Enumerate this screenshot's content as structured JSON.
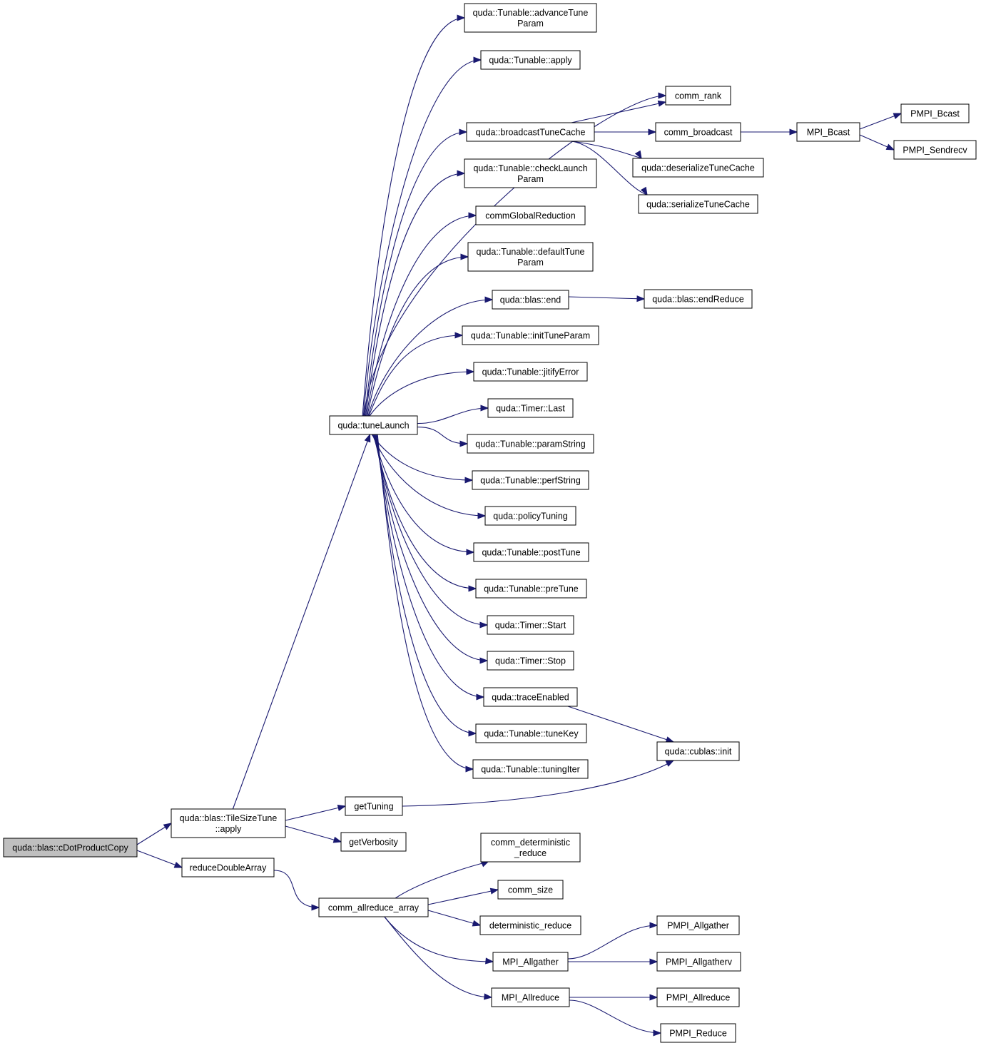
{
  "colors": {
    "edge": "#191970",
    "root_fill": "#bfbfbf",
    "node_fill": "#ffffff"
  },
  "nodes": [
    {
      "id": "root",
      "lines": [
        "quda::blas::cDotProductCopy"
      ],
      "root": true
    },
    {
      "id": "tst",
      "lines": [
        "quda::blas::TileSizeTune",
        "::apply"
      ]
    },
    {
      "id": "rda",
      "lines": [
        "reduceDoubleArray"
      ]
    },
    {
      "id": "tl",
      "lines": [
        "quda::tuneLaunch"
      ]
    },
    {
      "id": "gt",
      "lines": [
        "getTuning"
      ]
    },
    {
      "id": "gv",
      "lines": [
        "getVerbosity"
      ]
    },
    {
      "id": "car",
      "lines": [
        "comm_allreduce_array"
      ]
    },
    {
      "id": "atp",
      "lines": [
        "quda::Tunable::advanceTune",
        "Param"
      ]
    },
    {
      "id": "apply",
      "lines": [
        "quda::Tunable::apply"
      ]
    },
    {
      "id": "btc",
      "lines": [
        "quda::broadcastTuneCache"
      ]
    },
    {
      "id": "clp",
      "lines": [
        "quda::Tunable::checkLaunch",
        "Param"
      ]
    },
    {
      "id": "cgr",
      "lines": [
        "commGlobalReduction"
      ]
    },
    {
      "id": "dtp",
      "lines": [
        "quda::Tunable::defaultTune",
        "Param"
      ]
    },
    {
      "id": "bend",
      "lines": [
        "quda::blas::end"
      ]
    },
    {
      "id": "itp",
      "lines": [
        "quda::Tunable::initTuneParam"
      ]
    },
    {
      "id": "jit",
      "lines": [
        "quda::Tunable::jitifyError"
      ]
    },
    {
      "id": "tlast",
      "lines": [
        "quda::Timer::Last"
      ]
    },
    {
      "id": "ps",
      "lines": [
        "quda::Tunable::paramString"
      ]
    },
    {
      "id": "pfs",
      "lines": [
        "quda::Tunable::perfString"
      ]
    },
    {
      "id": "pt",
      "lines": [
        "quda::policyTuning"
      ]
    },
    {
      "id": "post",
      "lines": [
        "quda::Tunable::postTune"
      ]
    },
    {
      "id": "pre",
      "lines": [
        "quda::Tunable::preTune"
      ]
    },
    {
      "id": "tstart",
      "lines": [
        "quda::Timer::Start"
      ]
    },
    {
      "id": "tstop",
      "lines": [
        "quda::Timer::Stop"
      ]
    },
    {
      "id": "te",
      "lines": [
        "quda::traceEnabled"
      ]
    },
    {
      "id": "tk",
      "lines": [
        "quda::Tunable::tuneKey"
      ]
    },
    {
      "id": "ti",
      "lines": [
        "quda::Tunable::tuningIter"
      ]
    },
    {
      "id": "cdr",
      "lines": [
        "comm_deterministic",
        "_reduce"
      ]
    },
    {
      "id": "csize",
      "lines": [
        "comm_size"
      ]
    },
    {
      "id": "dr",
      "lines": [
        "deterministic_reduce"
      ]
    },
    {
      "id": "mag",
      "lines": [
        "MPI_Allgather"
      ]
    },
    {
      "id": "mar",
      "lines": [
        "MPI_Allreduce"
      ]
    },
    {
      "id": "crank",
      "lines": [
        "comm_rank"
      ]
    },
    {
      "id": "cbc",
      "lines": [
        "comm_broadcast"
      ]
    },
    {
      "id": "dtc",
      "lines": [
        "quda::deserializeTuneCache"
      ]
    },
    {
      "id": "stc",
      "lines": [
        "quda::serializeTuneCache"
      ]
    },
    {
      "id": "ber",
      "lines": [
        "quda::blas::endReduce"
      ]
    },
    {
      "id": "cinit",
      "lines": [
        "quda::cublas::init"
      ]
    },
    {
      "id": "pag",
      "lines": [
        "PMPI_Allgather"
      ]
    },
    {
      "id": "pagv",
      "lines": [
        "PMPI_Allgatherv"
      ]
    },
    {
      "id": "par",
      "lines": [
        "PMPI_Allreduce"
      ]
    },
    {
      "id": "pred",
      "lines": [
        "PMPI_Reduce"
      ]
    },
    {
      "id": "mbc",
      "lines": [
        "MPI_Bcast"
      ]
    },
    {
      "id": "pbc",
      "lines": [
        "PMPI_Bcast"
      ]
    },
    {
      "id": "psr",
      "lines": [
        "PMPI_Sendrecv"
      ]
    }
  ],
  "edges": [
    [
      "root",
      "tst"
    ],
    [
      "root",
      "rda"
    ],
    [
      "tst",
      "tl"
    ],
    [
      "tst",
      "gt"
    ],
    [
      "tst",
      "gv"
    ],
    [
      "rda",
      "car"
    ],
    [
      "tl",
      "atp"
    ],
    [
      "tl",
      "apply"
    ],
    [
      "tl",
      "crank"
    ],
    [
      "tl",
      "btc"
    ],
    [
      "tl",
      "clp"
    ],
    [
      "tl",
      "cgr"
    ],
    [
      "tl",
      "dtp"
    ],
    [
      "tl",
      "bend"
    ],
    [
      "tl",
      "itp"
    ],
    [
      "tl",
      "jit"
    ],
    [
      "tl",
      "tlast"
    ],
    [
      "tl",
      "ps"
    ],
    [
      "tl",
      "pfs"
    ],
    [
      "tl",
      "pt"
    ],
    [
      "tl",
      "post"
    ],
    [
      "tl",
      "pre"
    ],
    [
      "tl",
      "tstart"
    ],
    [
      "tl",
      "tstop"
    ],
    [
      "tl",
      "te"
    ],
    [
      "tl",
      "tk"
    ],
    [
      "tl",
      "ti"
    ],
    [
      "btc",
      "crank"
    ],
    [
      "btc",
      "cbc"
    ],
    [
      "btc",
      "dtc"
    ],
    [
      "btc",
      "stc"
    ],
    [
      "cbc",
      "mbc"
    ],
    [
      "mbc",
      "pbc"
    ],
    [
      "mbc",
      "psr"
    ],
    [
      "bend",
      "ber"
    ],
    [
      "te",
      "cinit"
    ],
    [
      "gt",
      "cinit"
    ],
    [
      "car",
      "cdr"
    ],
    [
      "car",
      "csize"
    ],
    [
      "car",
      "dr"
    ],
    [
      "car",
      "mag"
    ],
    [
      "car",
      "mar"
    ],
    [
      "mag",
      "pag"
    ],
    [
      "mag",
      "pagv"
    ],
    [
      "mar",
      "par"
    ],
    [
      "mar",
      "pred"
    ]
  ]
}
